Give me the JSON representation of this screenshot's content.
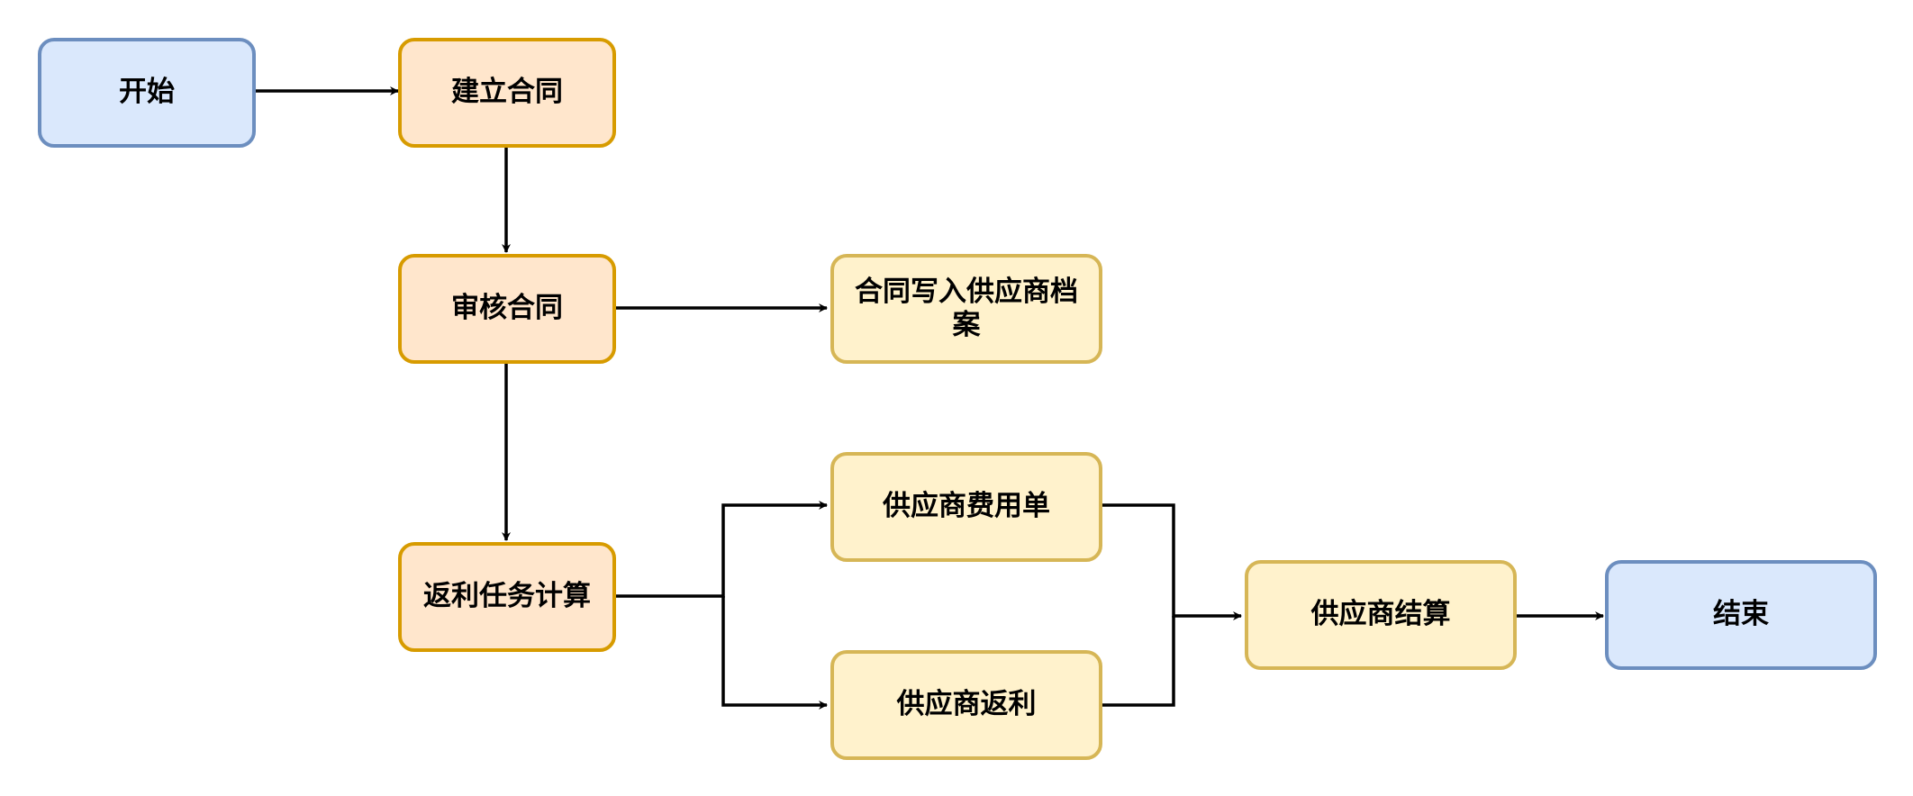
{
  "nodes": {
    "start": "开始",
    "create_contract": "建立合同",
    "review_contract": "审核合同",
    "write_supplier_file": "合同写入供应商档案",
    "rebate_task_calc": "返利任务计算",
    "supplier_expense": "供应商费用单",
    "supplier_rebate": "供应商返利",
    "supplier_settlement": "供应商结算",
    "end": "结束"
  },
  "colors": {
    "terminal_fill": "#dae8fc",
    "terminal_stroke": "#6c8ebf",
    "contract_fill": "#ffe6cc",
    "contract_stroke": "#d79b00",
    "supplier_fill": "#fff2cc",
    "supplier_stroke": "#d6b656",
    "edge": "#000000"
  }
}
